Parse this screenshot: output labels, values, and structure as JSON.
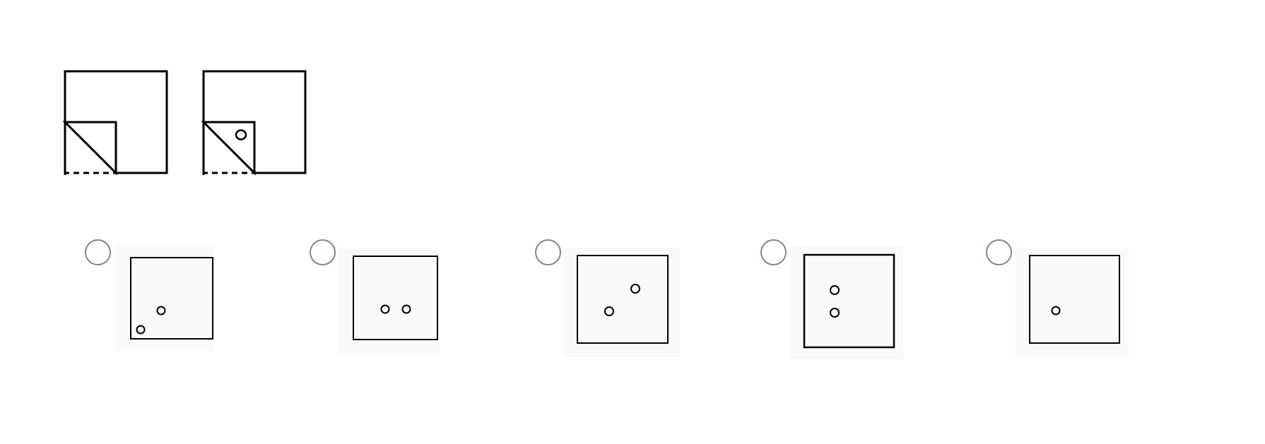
{
  "question": {
    "steps": [
      {
        "name": "fold-step-1",
        "hole_on_flap": false
      },
      {
        "name": "fold-step-2",
        "hole_on_flap": true
      }
    ]
  },
  "options": [
    {
      "name": "option-a",
      "holes": 2,
      "arrangement": "diagonal-lower-left"
    },
    {
      "name": "option-b",
      "holes": 2,
      "arrangement": "horizontal-center"
    },
    {
      "name": "option-c",
      "holes": 2,
      "arrangement": "diagonal-center"
    },
    {
      "name": "option-d",
      "holes": 2,
      "arrangement": "vertical-center"
    },
    {
      "name": "option-e",
      "holes": 1,
      "arrangement": "center-left"
    }
  ],
  "colors": {
    "line": "#000000",
    "radio_border": "#7f8699",
    "option_background": "#fafafa"
  }
}
